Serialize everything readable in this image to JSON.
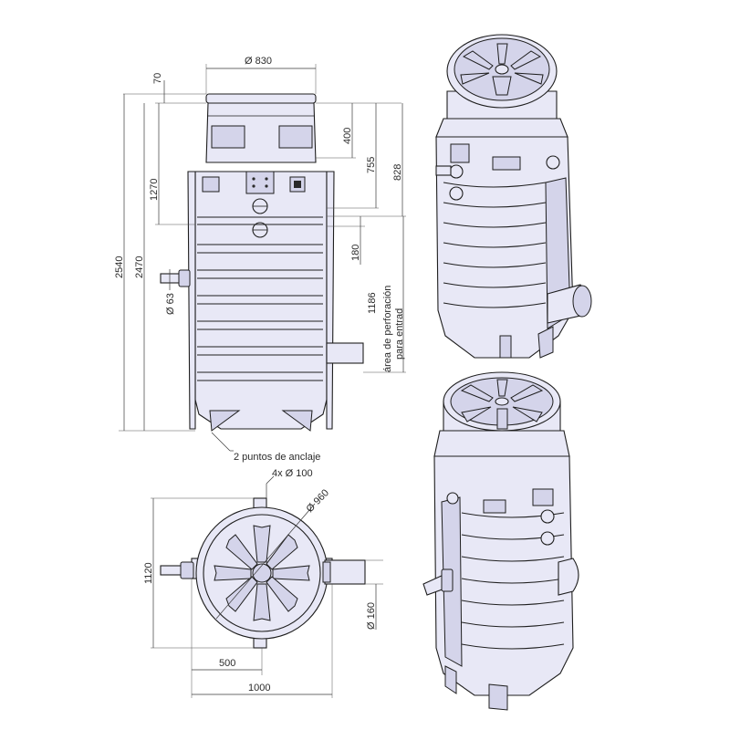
{
  "dimensions": {
    "top_diameter": "Ø 830",
    "cap_height": "70",
    "height_400": "400",
    "height_755": "755",
    "height_828": "828",
    "height_1270": "1270",
    "height_2540": "2540",
    "height_2470": "2470",
    "height_180": "180",
    "pipe_63": "Ø 63",
    "perforation_value": "1186",
    "perforation_line1": "área de perforación",
    "perforation_line2": "para entrad",
    "anchor_note": "2 puntos de anclaje",
    "lugs": "4x Ø 100",
    "body_diameter": "Ø 960",
    "width_1120": "1120",
    "pipe_160": "Ø 160",
    "width_500": "500",
    "width_1000": "1000"
  }
}
